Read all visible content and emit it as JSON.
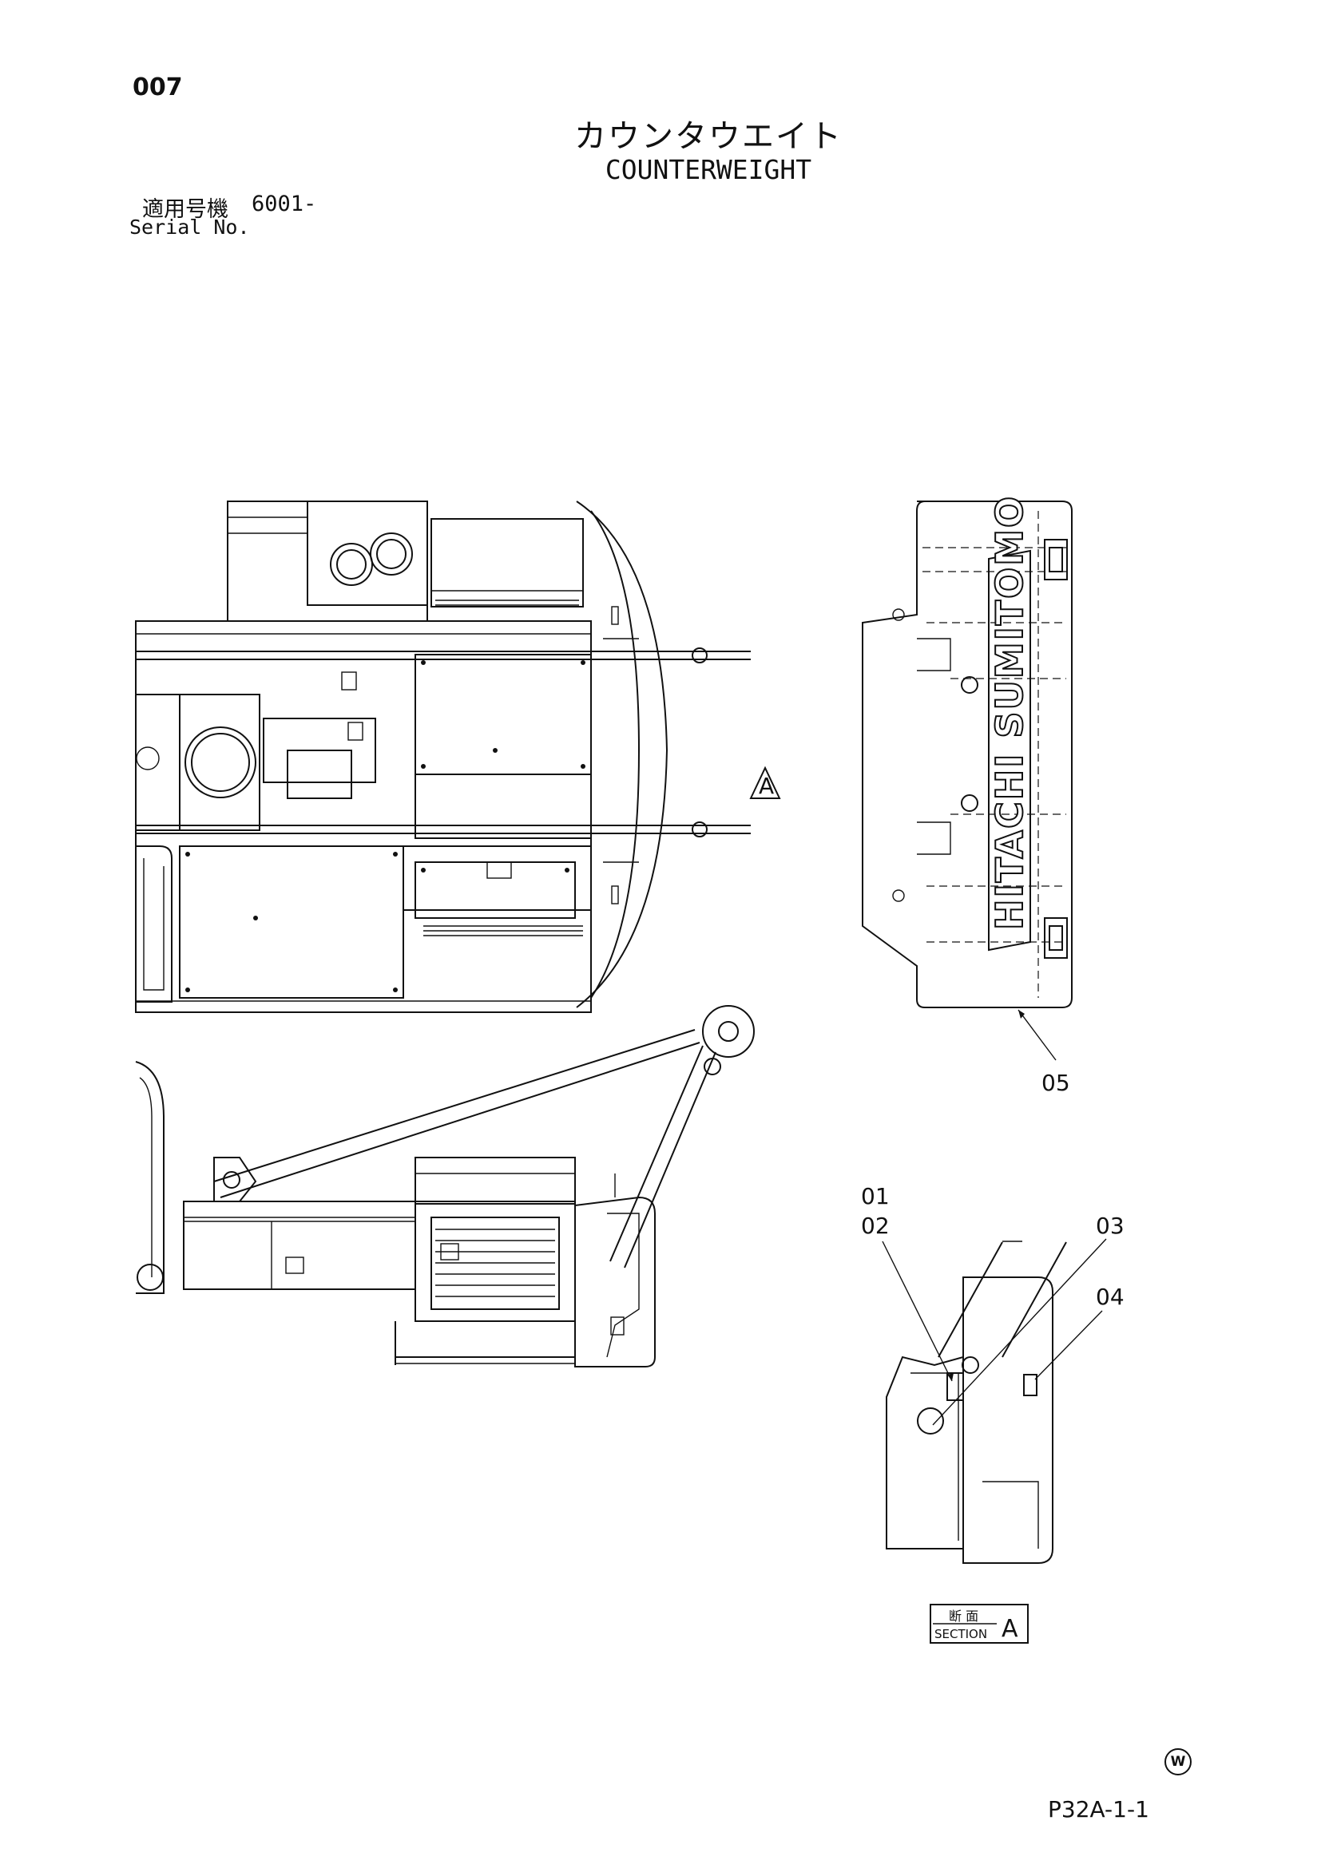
{
  "header": {
    "page_number": "007",
    "title_jp": "カウンタウエイト",
    "title_en": "COUNTERWEIGHT"
  },
  "serial": {
    "label_jp": "適用号機",
    "value": "6001-",
    "label_en": "Serial No."
  },
  "drawing": {
    "view_marker": "A",
    "logo_text": "HITACHI SUMITOMO",
    "section_label_jp": "断 面",
    "section_label_en": "SECTION",
    "section_letter": "A",
    "callouts": [
      "01",
      "02",
      "03",
      "04",
      "05"
    ]
  },
  "footer": {
    "doc_code": "P32A-1-1",
    "mark": "W"
  }
}
